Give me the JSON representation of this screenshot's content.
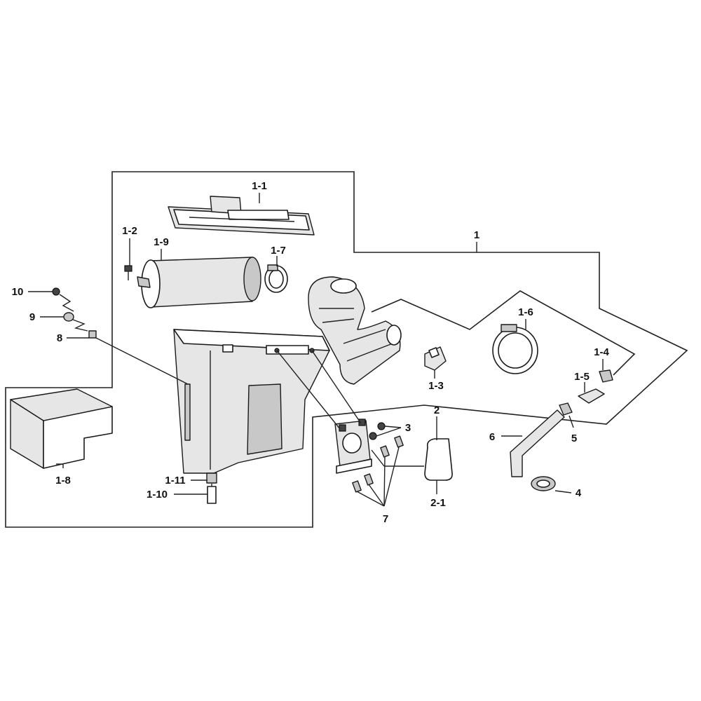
{
  "diagram": {
    "colors": {
      "line": "#222222",
      "fill_light": "#e6e6e6",
      "fill_mid": "#c8c8c8",
      "background": "#ffffff"
    },
    "callouts": {
      "c1": "1",
      "c1_1": "1-1",
      "c1_2": "1-2",
      "c1_3": "1-3",
      "c1_4": "1-4",
      "c1_5": "1-5",
      "c1_6": "1-6",
      "c1_7": "1-7",
      "c1_8": "1-8",
      "c1_9": "1-9",
      "c1_10": "1-10",
      "c1_11": "1-11",
      "c2": "2",
      "c2_1": "2-1",
      "c3": "3",
      "c4": "4",
      "c5": "5",
      "c6": "6",
      "c7": "7",
      "c8": "8",
      "c9": "9",
      "c10": "10"
    }
  }
}
